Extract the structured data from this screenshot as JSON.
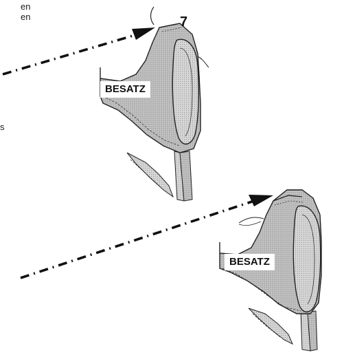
{
  "text_fragments": {
    "en_line_1": "en",
    "en_line_2": "en",
    "s_line": "s"
  },
  "step_number": "7",
  "labels": {
    "top_piece": "BESATZ",
    "bottom_piece": "BESATZ"
  },
  "colors": {
    "ink": "#1a1a1a",
    "fabric_fill": "#b9b9b9",
    "paper": "#ffffff"
  }
}
